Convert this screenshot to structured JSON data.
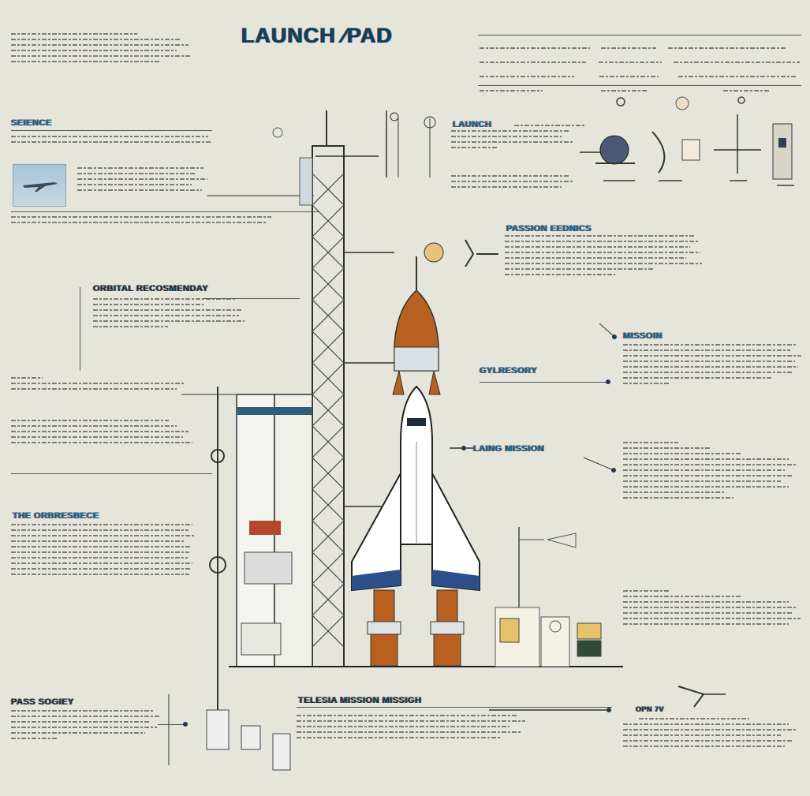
{
  "title": "LAUNCH ⁄PAD",
  "headings": {
    "science": "SEIENCE",
    "launch": "LAUNCH",
    "passion": "PASSION EEDNICS",
    "orbital": "ORBITAL RECOSMENDAY",
    "mission": "MISSOIN",
    "gyroscope": "GYLRESORY",
    "laing_mission": "LAING MISSION",
    "the_orbrespence": "THE ORBRESBECE",
    "pass": "PASS SOGIEY",
    "telescope_mission": "TELESIA MISSION MISSIGH",
    "small_label": "OPN 7V"
  },
  "colors": {
    "accent_blue": "#1a5f8a",
    "rocket_orange": "#b8601f",
    "background": "#e6e5dc",
    "line": "#3a3a3a"
  }
}
